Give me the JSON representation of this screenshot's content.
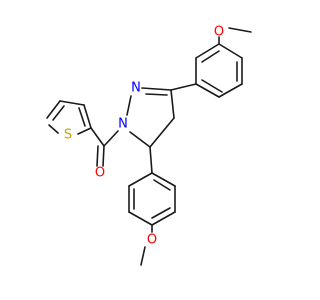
{
  "atoms": {
    "o_top": "O",
    "n1": "N",
    "n2": "N",
    "s": "S",
    "o_carbonyl": "O",
    "o_bottom": "O"
  },
  "colors": {
    "bond": "#1a1a1a",
    "oxygen": "#ff0000",
    "nitrogen": "#0000ff",
    "sulfur": "#c8a000"
  }
}
